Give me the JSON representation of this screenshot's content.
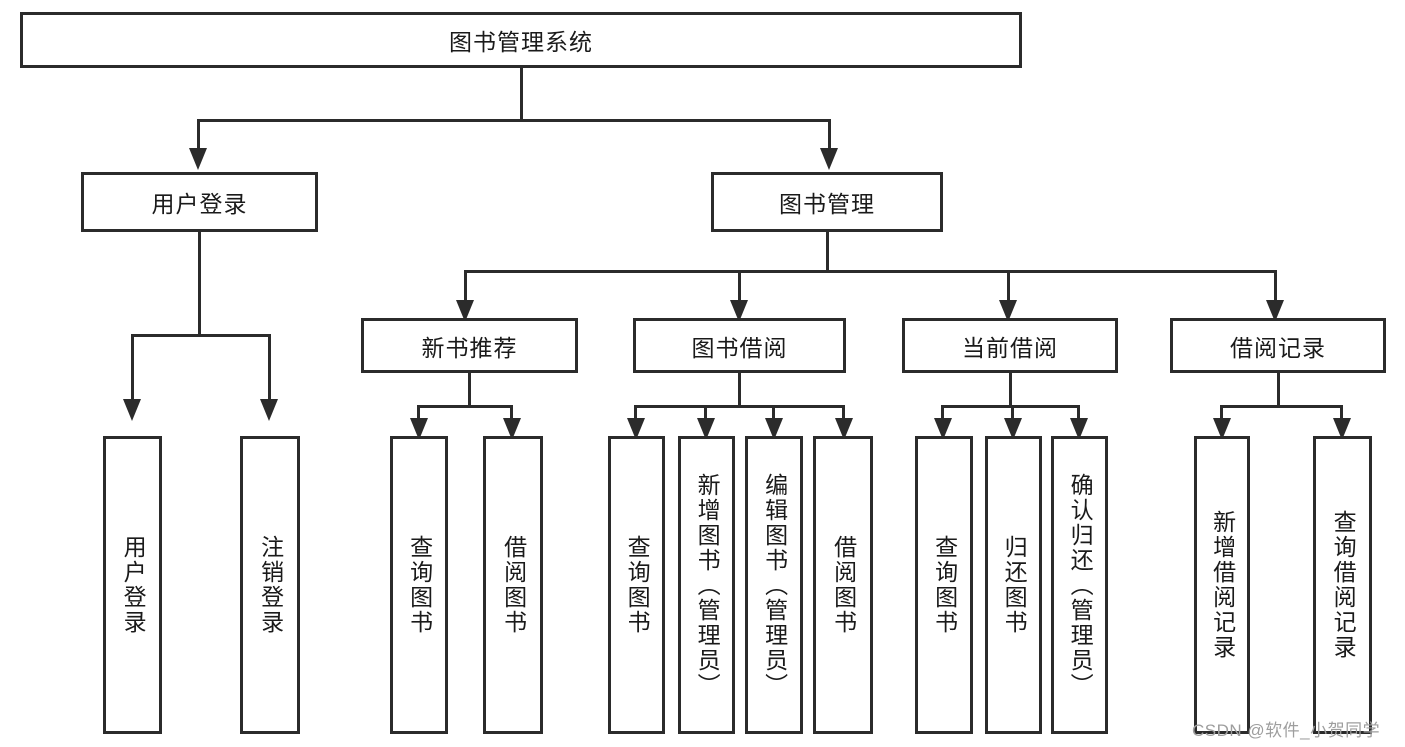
{
  "diagram": {
    "type": "tree-hierarchy-diagram",
    "title_node": {
      "label": "图书管理系统"
    },
    "level2": [
      {
        "id": "user-login",
        "label": "用户登录"
      },
      {
        "id": "book-management",
        "label": "图书管理"
      }
    ],
    "level3": [
      {
        "id": "new-book-recommend",
        "label": "新书推荐"
      },
      {
        "id": "book-borrow",
        "label": "图书借阅"
      },
      {
        "id": "current-borrow",
        "label": "当前借阅"
      },
      {
        "id": "borrow-record",
        "label": "借阅记录"
      }
    ],
    "leaves": [
      {
        "id": "leaf-user-login",
        "label": "用户登录",
        "parent": "user-login"
      },
      {
        "id": "leaf-logout-login",
        "label": "注销登录",
        "parent": "user-login"
      },
      {
        "id": "leaf-query-book-1",
        "label": "查询图书",
        "parent": "new-book-recommend"
      },
      {
        "id": "leaf-borrow-book-1",
        "label": "借阅图书",
        "parent": "new-book-recommend"
      },
      {
        "id": "leaf-query-book-2",
        "label": "查询图书",
        "parent": "book-borrow"
      },
      {
        "id": "leaf-add-book",
        "label": "新增图书（管理员）",
        "parent": "book-borrow"
      },
      {
        "id": "leaf-edit-book",
        "label": "编辑图书（管理员）",
        "parent": "book-borrow"
      },
      {
        "id": "leaf-borrow-book-2",
        "label": "借阅图书",
        "parent": "book-borrow"
      },
      {
        "id": "leaf-query-book-3",
        "label": "查询图书",
        "parent": "current-borrow"
      },
      {
        "id": "leaf-return-book",
        "label": "归还图书",
        "parent": "current-borrow"
      },
      {
        "id": "leaf-confirm-return",
        "label": "确认归还（管理员）",
        "parent": "current-borrow"
      },
      {
        "id": "leaf-add-record",
        "label": "新增借阅记录",
        "parent": "borrow-record"
      },
      {
        "id": "leaf-query-record",
        "label": "查询借阅记录",
        "parent": "borrow-record"
      }
    ],
    "watermark": "CSDN @软件_小贺同学",
    "colors": {
      "stroke": "#2b2b2b",
      "fill": "#ffffff",
      "text": "#1a1a1a",
      "watermark": "#9e9e9e"
    }
  }
}
